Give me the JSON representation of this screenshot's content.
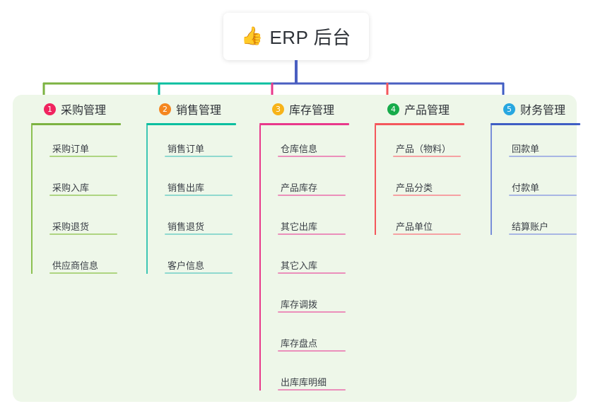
{
  "root": {
    "icon": "thumbs-up-icon",
    "icon_glyph": "👍",
    "title": "ERP 后台"
  },
  "palette": {
    "panel_bg": "#eef7e9",
    "page_bg": "#ffffff",
    "text": "#2e3238",
    "trunk": "#4a5fc1"
  },
  "columns": [
    {
      "index": "1",
      "title": "采购管理",
      "badge_color": "#f0245f",
      "rule_color": "#7cb342",
      "spine_color": "#8cc152",
      "item_rule_color": "#aed581",
      "drop_color": "#7cb342",
      "items": [
        {
          "label": "采购订单"
        },
        {
          "label": "采购入库"
        },
        {
          "label": "采购退货"
        },
        {
          "label": "供应商信息"
        }
      ]
    },
    {
      "index": "2",
      "title": "销售管理",
      "badge_color": "#f5861f",
      "rule_color": "#0bbfa0",
      "spine_color": "#3ec6b4",
      "item_rule_color": "#8fd9cf",
      "drop_color": "#0bbfa0",
      "items": [
        {
          "label": "销售订单"
        },
        {
          "label": "销售出库"
        },
        {
          "label": "销售退货"
        },
        {
          "label": "客户信息"
        }
      ]
    },
    {
      "index": "3",
      "title": "库存管理",
      "badge_color": "#f7b318",
      "rule_color": "#e8398b",
      "spine_color": "#e8398b",
      "item_rule_color": "#eb8fbb",
      "drop_color": "#e8398b",
      "items": [
        {
          "label": "仓库信息"
        },
        {
          "label": "产品库存"
        },
        {
          "label": "其它出库"
        },
        {
          "label": "其它入库"
        },
        {
          "label": "库存调拨"
        },
        {
          "label": "库存盘点"
        },
        {
          "label": "出库库明细"
        }
      ]
    },
    {
      "index": "4",
      "title": "产品管理",
      "badge_color": "#17ab4b",
      "rule_color": "#f4575c",
      "spine_color": "#f4575c",
      "item_rule_color": "#f6a1a3",
      "drop_color": "#f4575c",
      "items": [
        {
          "label": "产品（物料）"
        },
        {
          "label": "产品分类"
        },
        {
          "label": "产品单位"
        }
      ]
    },
    {
      "index": "5",
      "title": "财务管理",
      "badge_color": "#27a7e0",
      "rule_color": "#3f5ec4",
      "spine_color": "#7a8fd8",
      "item_rule_color": "#a8b6e4",
      "drop_color": "#3f5ec4",
      "items": [
        {
          "label": "回款单"
        },
        {
          "label": "付款单"
        },
        {
          "label": "结算账户"
        }
      ]
    }
  ],
  "connector": {
    "segments": [
      {
        "name": "segment-green",
        "color": "#7cb342"
      },
      {
        "name": "segment-teal",
        "color": "#0bbfa0"
      },
      {
        "name": "segment-blue",
        "color": "#4a5fc1"
      }
    ]
  }
}
